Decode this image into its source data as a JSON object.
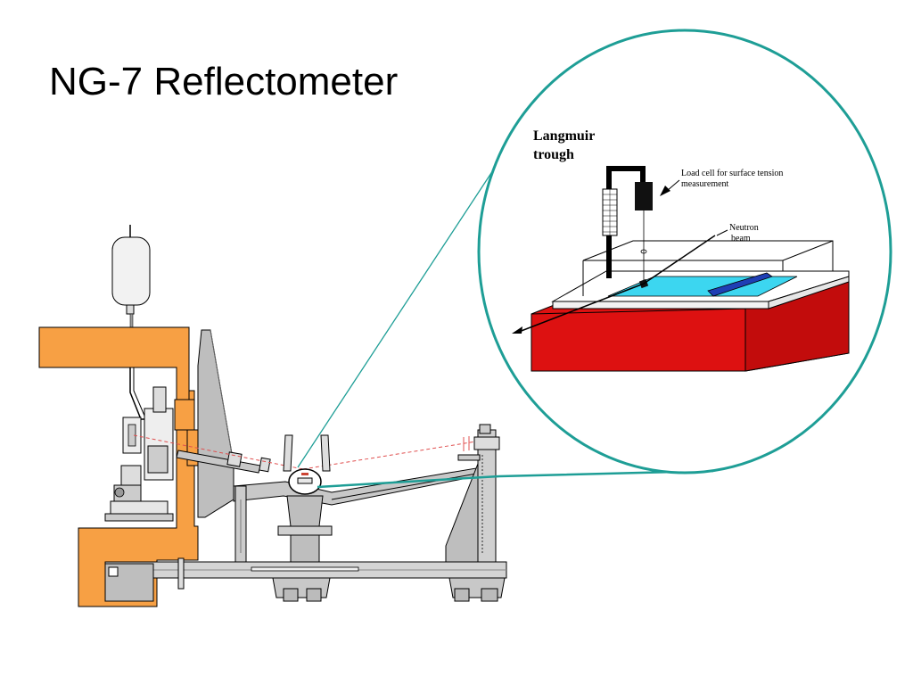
{
  "slide": {
    "title": "NG-7 Reflectometer"
  },
  "callout": {
    "trough_label_line1": "Langmuir",
    "trough_label_line2": "trough",
    "load_cell_line1": "Load cell for surface tension",
    "load_cell_line2": "measurement",
    "neutron_line1": "Neutron",
    "neutron_line2": "beam"
  },
  "colors": {
    "shielding": "#F7A044",
    "teal_circle": "#1E9E96",
    "trough_red": "#DD1111",
    "water": "#3CD6F0",
    "barrier_blue": "#1F3FB5",
    "machine_gray": "#BEBEBE"
  }
}
